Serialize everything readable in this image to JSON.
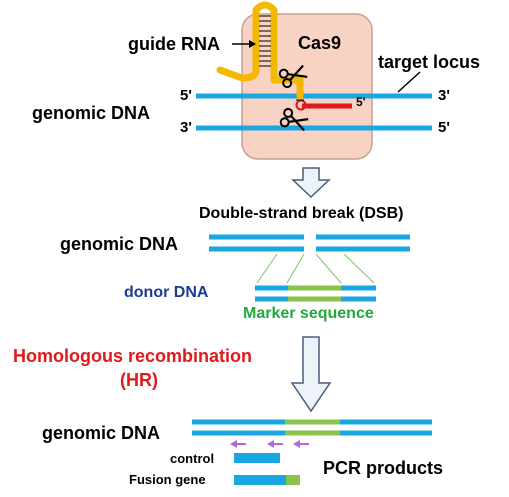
{
  "colors": {
    "dna": "#1aa6e0",
    "guide_rna": "#f5b800",
    "cas9_fill": "#f8d3c3",
    "cas9_stroke": "#c8a08f",
    "cut_strand": "#e0191b",
    "marker": "#8bc34a",
    "primer": "#b266e0",
    "arrow_stroke": "#4a5d7a",
    "arrow_fill": "#eef3fa",
    "hr_text": "#e0191b",
    "donor_text": "#1f3a93",
    "marker_text": "#1faa3a"
  },
  "labels": {
    "guide_rna": "guide RNA",
    "cas9": "Cas9",
    "target_locus": "target locus",
    "genomic_dna": "genomic DNA",
    "five_prime": "5'",
    "three_prime": "3'",
    "dsb": "Double-strand break (DSB)",
    "donor_dna": "donor DNA",
    "marker_sequence": "Marker sequence",
    "hr_line1": "Homologous recombination",
    "hr_line2": "(HR)",
    "control": "control",
    "fusion_gene": "Fusion gene",
    "pcr_products": "PCR products"
  },
  "icons": {
    "scissors_top": "scissors-icon",
    "scissors_bottom": "scissors-icon"
  }
}
